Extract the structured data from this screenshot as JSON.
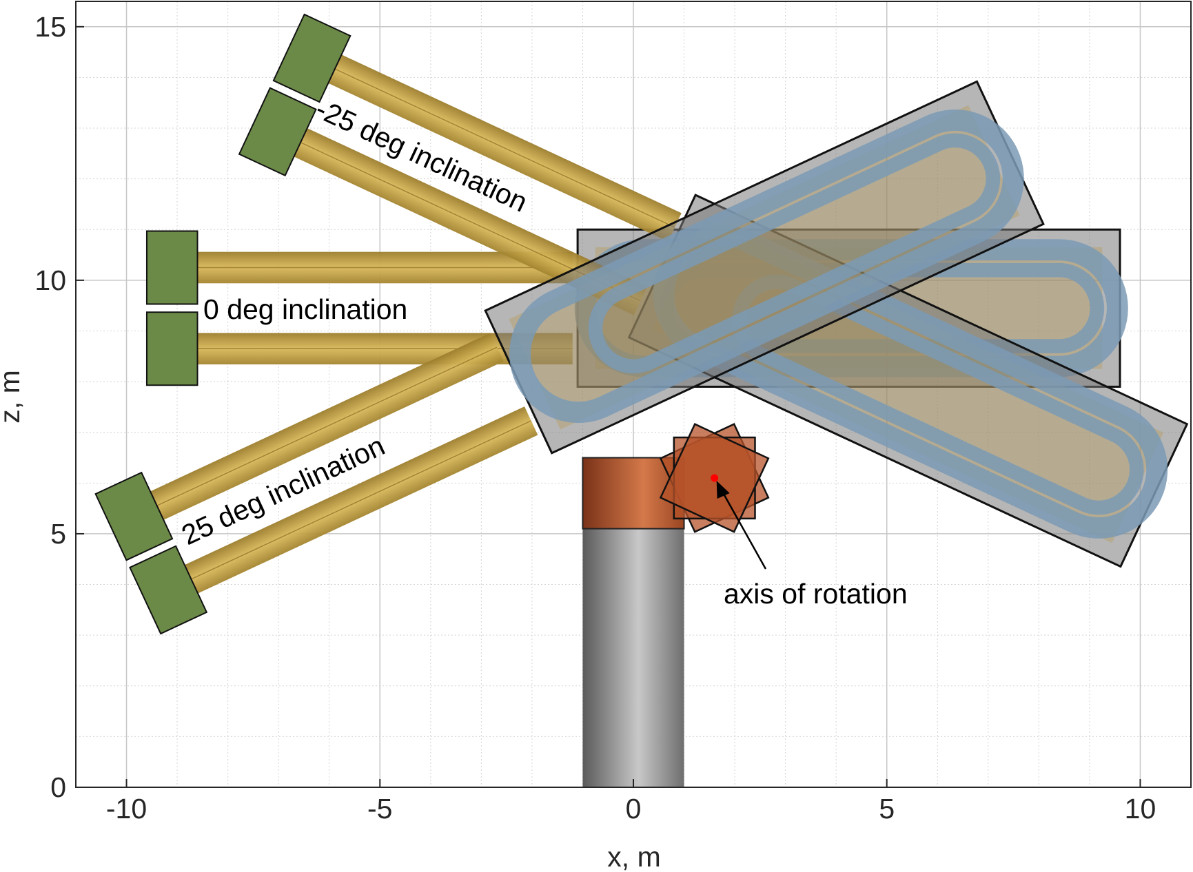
{
  "axes": {
    "xlabel": "x, m",
    "ylabel": "z, m",
    "xlim": [
      -11,
      11
    ],
    "ylim": [
      0,
      15.5
    ],
    "x_ticks": [
      {
        "value": -10,
        "label": "-10"
      },
      {
        "value": -5,
        "label": "-5"
      },
      {
        "value": 0,
        "label": "0"
      },
      {
        "value": 5,
        "label": "5"
      },
      {
        "value": 10,
        "label": "10"
      }
    ],
    "y_ticks": [
      {
        "value": 0,
        "label": "0"
      },
      {
        "value": 5,
        "label": "5"
      },
      {
        "value": 10,
        "label": "10"
      },
      {
        "value": 15,
        "label": "15"
      }
    ],
    "grid": true,
    "minor_grid": true
  },
  "annotations": {
    "neg25": "-25 deg inclination",
    "zero": "0 deg inclination",
    "pos25": "25 deg inclination",
    "axis": "axis of rotation"
  },
  "colors": {
    "beam": "#c9a94a",
    "beam_dark": "#a8893a",
    "counterweight": "#6b8a48",
    "panel_fill": "#7a7a7a",
    "coil": "#7a9ab5",
    "hinge": "#b5532a",
    "tower": "#a8a8a8",
    "pivot": "#ff0000"
  }
}
